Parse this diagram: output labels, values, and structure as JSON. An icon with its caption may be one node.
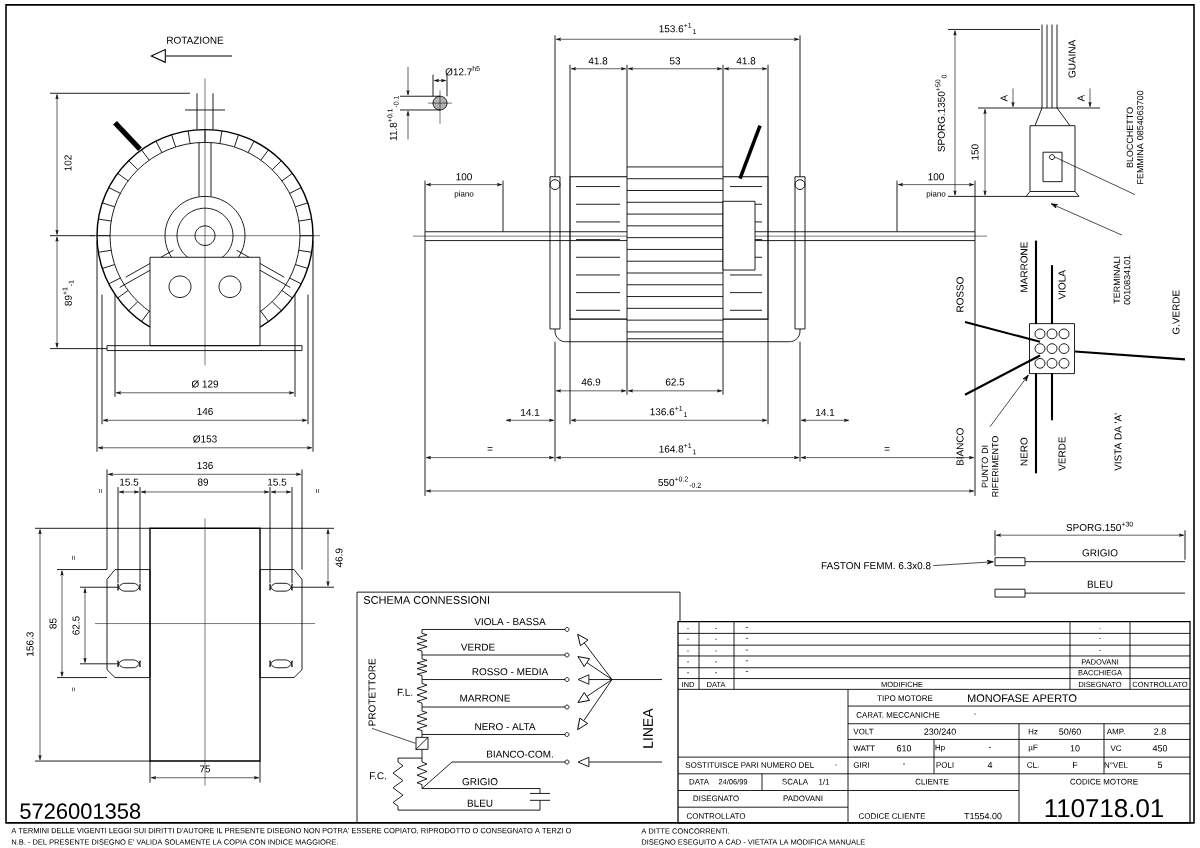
{
  "diagram": {
    "nodes": [
      {
        "text": [
          "BLOCCHETTO FEMMINA 0854063700"
        ]
      },
      {
        "text": [
          "TERMINALI 0010834101"
        ]
      },
      {
        "text": [
          "PUNTO DI RIFERIMENTO"
        ]
      },
      {
        "text": [
          "FASTON FEMM. 6.3x0.8"
        ]
      },
      {
        "text": [],
        "shape": "box"
      },
      {
        "text": [
          "PROTETTORE"
        ]
      },
      {
        "text": [],
        "shape": "box"
      },
      {
        "text": [],
        "shape": "circle"
      },
      {
        "text": [],
        "shape": "box"
      }
    ],
    "edges": [
      {
        "from": 0,
        "to": 7,
        "arrow": "none"
      },
      {
        "from": 1,
        "to": null,
        "arrow": "to"
      },
      {
        "from": 2,
        "to": 8,
        "arrow": "to"
      },
      {
        "from": 3,
        "to": 4,
        "arrow": "to"
      },
      {
        "from": 5,
        "to": 6,
        "arrow": "none"
      }
    ],
    "labels": [
      "ROTAZIONE",
      "102",
      "89$^{+1}$$_{-1}$",
      "Ø 129",
      "146",
      "Ø153",
      "136",
      "=",
      "15.5",
      "89",
      "15.5",
      "=",
      "46.9",
      "156.3",
      "85",
      "62.5",
      "=",
      "=",
      "75",
      "5726001358",
      "11.8$^{+0.1}$$_{-0.1}$",
      "Ø12.7$^{h5}$",
      "153.6$^{+1}$$_{1}$",
      "41.8",
      "53",
      "41.8",
      "100",
      "piano",
      "100",
      "piano",
      "46.9",
      "62.5",
      "14.1",
      "136.6$^{+1}$$_{1}$",
      "14.1",
      "=",
      "164.8$^{+1}$$_{1}$",
      "=",
      "550$^{+0.2}$$_{-0.2}$",
      "SPORG.1350$^{+50}$$_{0}$",
      "150",
      "A",
      "GUAINA",
      "A",
      "ROSSO",
      "MARRONE",
      "VIOLA",
      "G.VERDE",
      "BIANCO",
      "NERO",
      "VERDE",
      "VISTA DA 'A'",
      "SPORG.150$^{+30}$",
      "GRIGIO",
      "BLEU",
      "SCHEMA CONNESSIONI",
      "VIOLA - BASSA",
      "VERDE",
      "ROSSO - MEDIA",
      "MARRONE",
      "NERO - ALTA",
      "BIANCO-COM.",
      "GRIGIO",
      "BLEU",
      "F.L.",
      "F.C.",
      "LINEA",
      ".",
      ".",
      "-",
      ".",
      ".",
      ".",
      "-",
      "-",
      ".",
      ".",
      "-",
      "-",
      ".",
      ".",
      "-",
      "PADOVANI",
      ".",
      ".",
      "-",
      "BACCHIEGA",
      "IND",
      "DATA",
      "MODIFICHE",
      "DISEGNATO",
      "CONTROLLATO",
      "TIPO MOTORE",
      "MONOFASE APERTO",
      "CARAT. MECCANICHE",
      "-",
      "VOLT",
      "230/240",
      "Hz",
      "50/60",
      "AMP.",
      "2.8",
      "WATT",
      "610",
      "Hp",
      "-",
      "µF",
      "10",
      "VC",
      "450",
      "SOSTITUISCE PARI NUMERO DEL",
      ".",
      "GIRI",
      "-",
      "POLI",
      "4",
      "CL.",
      "F",
      "N°VEL",
      "5",
      "DATA",
      "24/06/99",
      "SCALA",
      "1/1",
      "CLIENTE",
      "CODICE MOTORE",
      "DISEGNATO",
      "PADOVANI",
      "CONTROLLATO",
      "CODICE CLIENTE",
      "T1554.00",
      "110718.01",
      "A TERMINI DELLE VIGENTI LEGGI SUI DIRITTI D'AUTORE IL PRESENTE DISEGNO NON POTRA' ESSERE COPIATO, RIPRODOTTO O CONSEGNATO A TERZI O",
      "A DITTE CONCORRENTI.",
      "N.B. - DEL PRESENTE DISEGNO E' VALIDA SOLAMENTE LA COPIA CON INDICE MAGGIORE.",
      "DISEGNO ESEGUITO A CAD - VIETATA LA MODIFICA MANUALE"
    ]
  }
}
